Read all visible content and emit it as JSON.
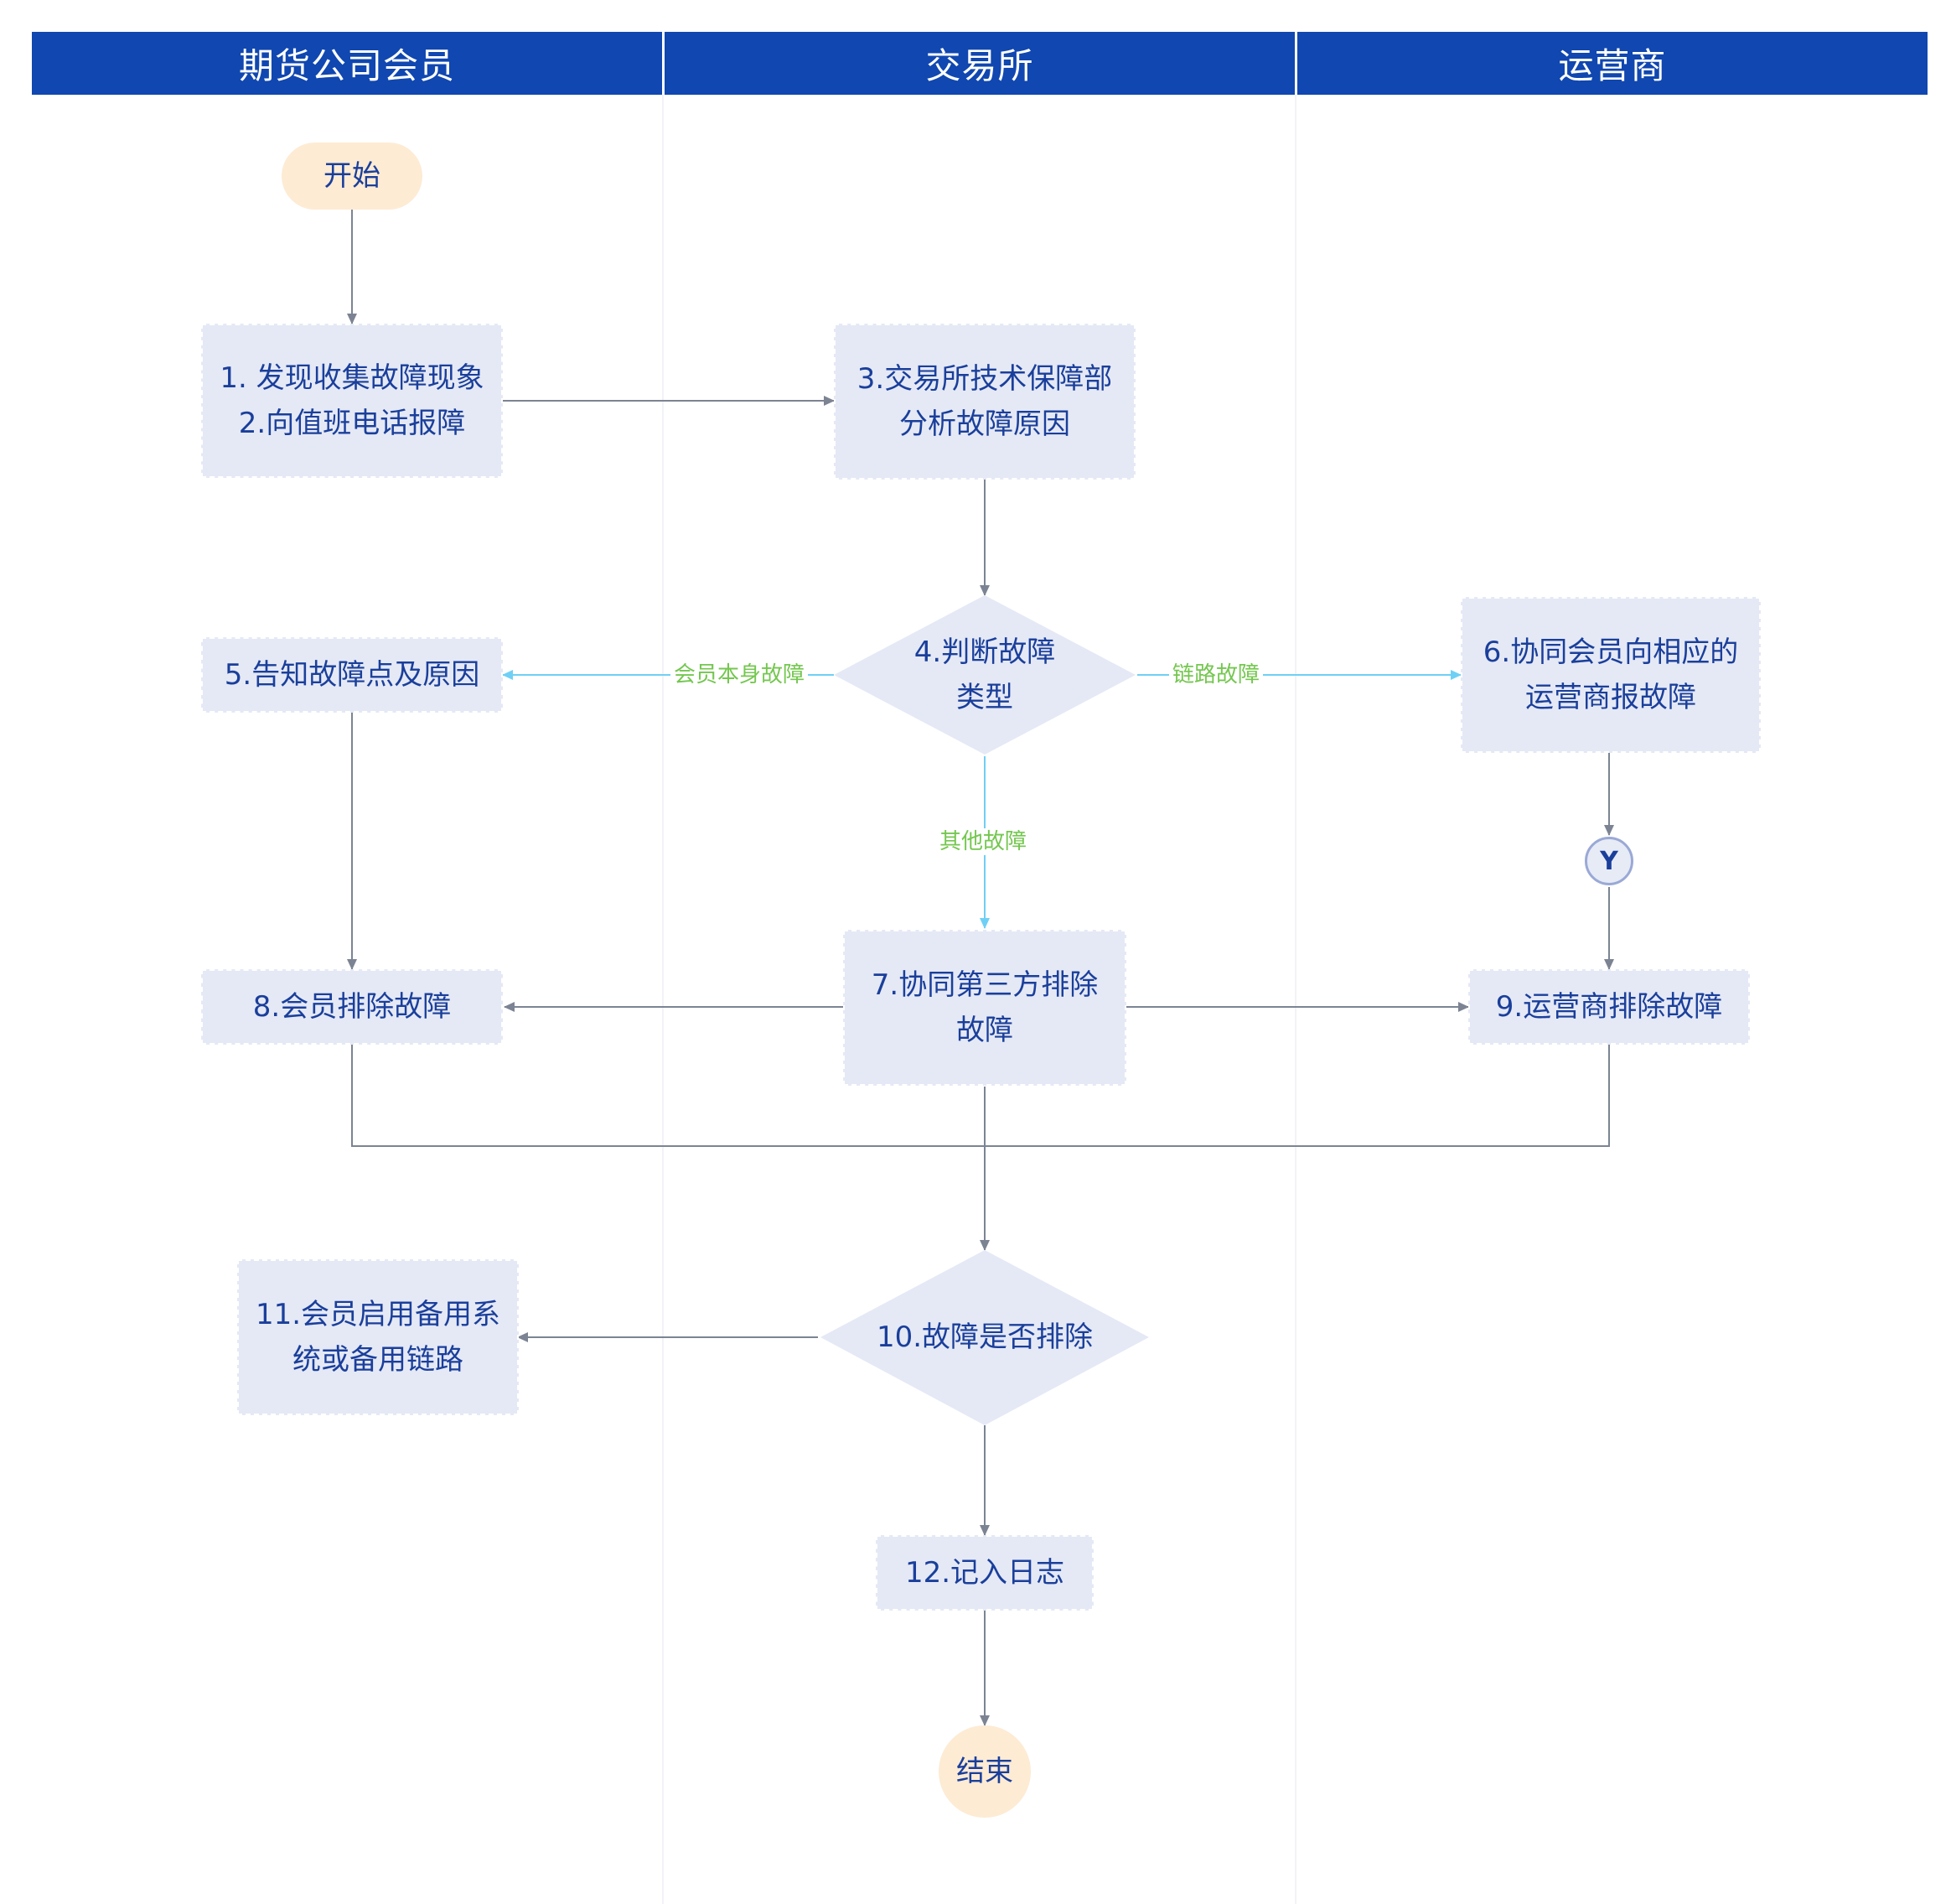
{
  "lanes": [
    "期货公司会员",
    "交易所",
    "运营商"
  ],
  "nodes": {
    "start": "开始",
    "n1": "1. 发现收集故障现象\n2.向值班电话报障",
    "n3": "3.交易所技术保障部\n分析故障原因",
    "n4": "4.判断故障\n类型",
    "n5": "5.告知故障点及原因",
    "n6": "6.协同会员向相应的\n运营商报故障",
    "y": "Y",
    "n7": "7.协同第三方排除\n故障",
    "n8": "8.会员排除故障",
    "n9": "9.运营商排除故障",
    "n10": "10.故障是否排除",
    "n11": "11.会员启用备用系\n统或备用链路",
    "n12": "12.记入日志",
    "end": "结束"
  },
  "edge_labels": {
    "member": "会员本身故障",
    "link": "链路故障",
    "other": "其他故障"
  },
  "colors": {
    "header": "#1047b0",
    "box": "#e5e9f5",
    "terminal": "#fdebd4",
    "text": "#1a3f9b",
    "edge": "#7c8493",
    "decision_edge": "#6fd0f5",
    "edge_label": "#74c74f"
  }
}
